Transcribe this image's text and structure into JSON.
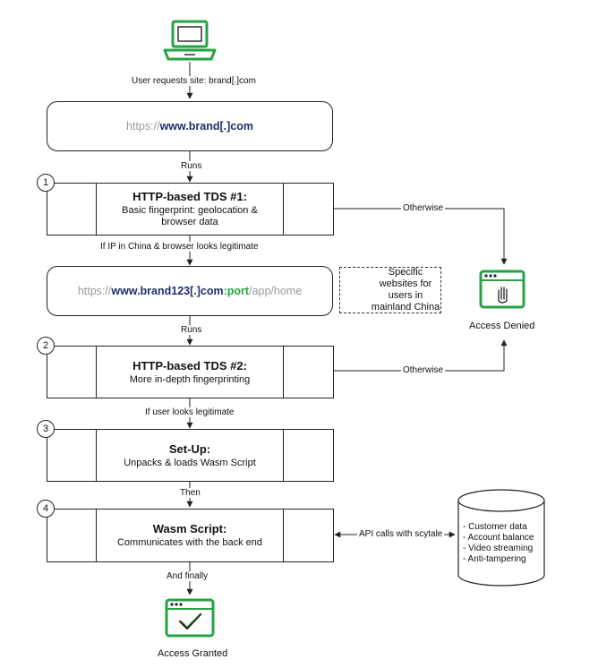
{
  "colors": {
    "accent_green": "#25a244",
    "domain_navy": "#1d2f6b",
    "protocol_gray": "#9a9a9a",
    "line_dark": "#222222"
  },
  "labels": {
    "user_request": "User requests site: brand[.]com",
    "runs_1": "Runs",
    "condition_1": "If IP in China & browser looks legitimate",
    "runs_2": "Runs",
    "condition_2": "If user looks legitimate",
    "then": "Then",
    "and_finally": "And finally",
    "otherwise_1": "Otherwise",
    "otherwise_2": "Otherwise",
    "api_calls": "API calls with scytale"
  },
  "url_1": {
    "protocol": "https://",
    "domain": "www.brand[.]com"
  },
  "url_2": {
    "protocol": "https://",
    "domain": "www.brand123[.]com",
    "port": ":port",
    "path": "/app/home"
  },
  "note": {
    "text": "Specific websites for users in mainland China",
    "icon": "warning-icon"
  },
  "steps": [
    {
      "number": "1",
      "title": "HTTP-based TDS #1:",
      "description": "Basic fingerprint: geolocation & browser data",
      "icon": "cursor-click-browser-icon"
    },
    {
      "number": "2",
      "title": "HTTP-based TDS #2:",
      "description": "More in-depth fingerprinting",
      "icon": "cursor-click-browser-icon"
    },
    {
      "number": "3",
      "title": "Set-Up:",
      "description": "Unpacks & loads Wasm Script",
      "icon": "download-browser-icon"
    },
    {
      "number": "4",
      "title": "Wasm Script:",
      "description": "Communicates with the back end",
      "icon": "loading-browser-icon"
    }
  ],
  "access_denied": {
    "label": "Access Denied",
    "icon": "hand-stop-browser-icon"
  },
  "access_granted": {
    "label": "Access Granted",
    "icon": "checkmark-browser-icon"
  },
  "database": {
    "icon": "database-icon",
    "items": [
      "- Customer data",
      "- Account balance",
      "- Video streaming",
      "- Anti-tampering"
    ]
  },
  "laptop": {
    "icon": "laptop-icon"
  }
}
